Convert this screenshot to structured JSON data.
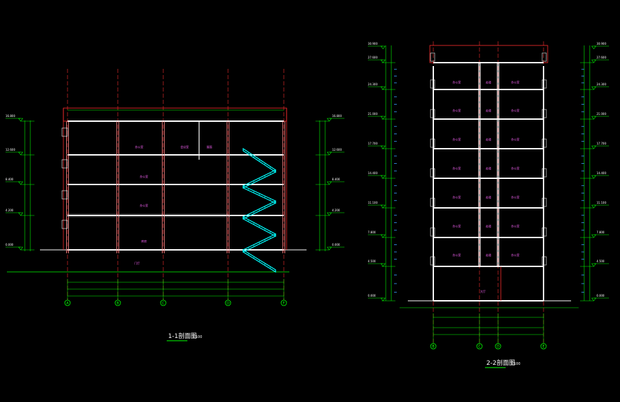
{
  "colors": {
    "background": "#000000",
    "wall": "#ffffff",
    "gridline": "#ff2d2d",
    "column": "#ff8f8f",
    "dimension": "#00ff00",
    "stair": "#00ffff",
    "room_label": "#ff66ff",
    "axis_bubble": "#00ff00",
    "level_text": "#ffffff",
    "blue_mark": "#3aa0ff"
  },
  "section1": {
    "title": "1-1剖面图",
    "scale": "1:100",
    "axes": [
      "A",
      "B",
      "C",
      "D",
      "F"
    ],
    "levels": [
      "0.000",
      "4.200",
      "8.400",
      "12.600",
      "16.800"
    ],
    "rooms": [
      "办公室",
      "会议室",
      "办公室",
      "办公室",
      "库房",
      "门厅"
    ],
    "roof_label": "屋面"
  },
  "section2": {
    "title": "2-2剖面图",
    "scale": "1:100",
    "axes": [
      "B",
      "C",
      "D",
      "E"
    ],
    "levels": [
      "0.000",
      "4.500",
      "7.800",
      "11.100",
      "14.400",
      "17.700",
      "21.000",
      "24.300",
      "27.600",
      "30.900"
    ],
    "rooms_left": [
      "办公室",
      "办公室",
      "办公室",
      "办公室",
      "办公室",
      "办公室",
      "办公室"
    ],
    "rooms_mid": [
      "走道",
      "走道",
      "走道",
      "走道",
      "走道",
      "走道",
      "走道"
    ],
    "rooms_right": [
      "办公室",
      "办公室",
      "办公室",
      "办公室",
      "办公室",
      "办公室",
      "办公室"
    ],
    "ground_label": "大厅"
  }
}
